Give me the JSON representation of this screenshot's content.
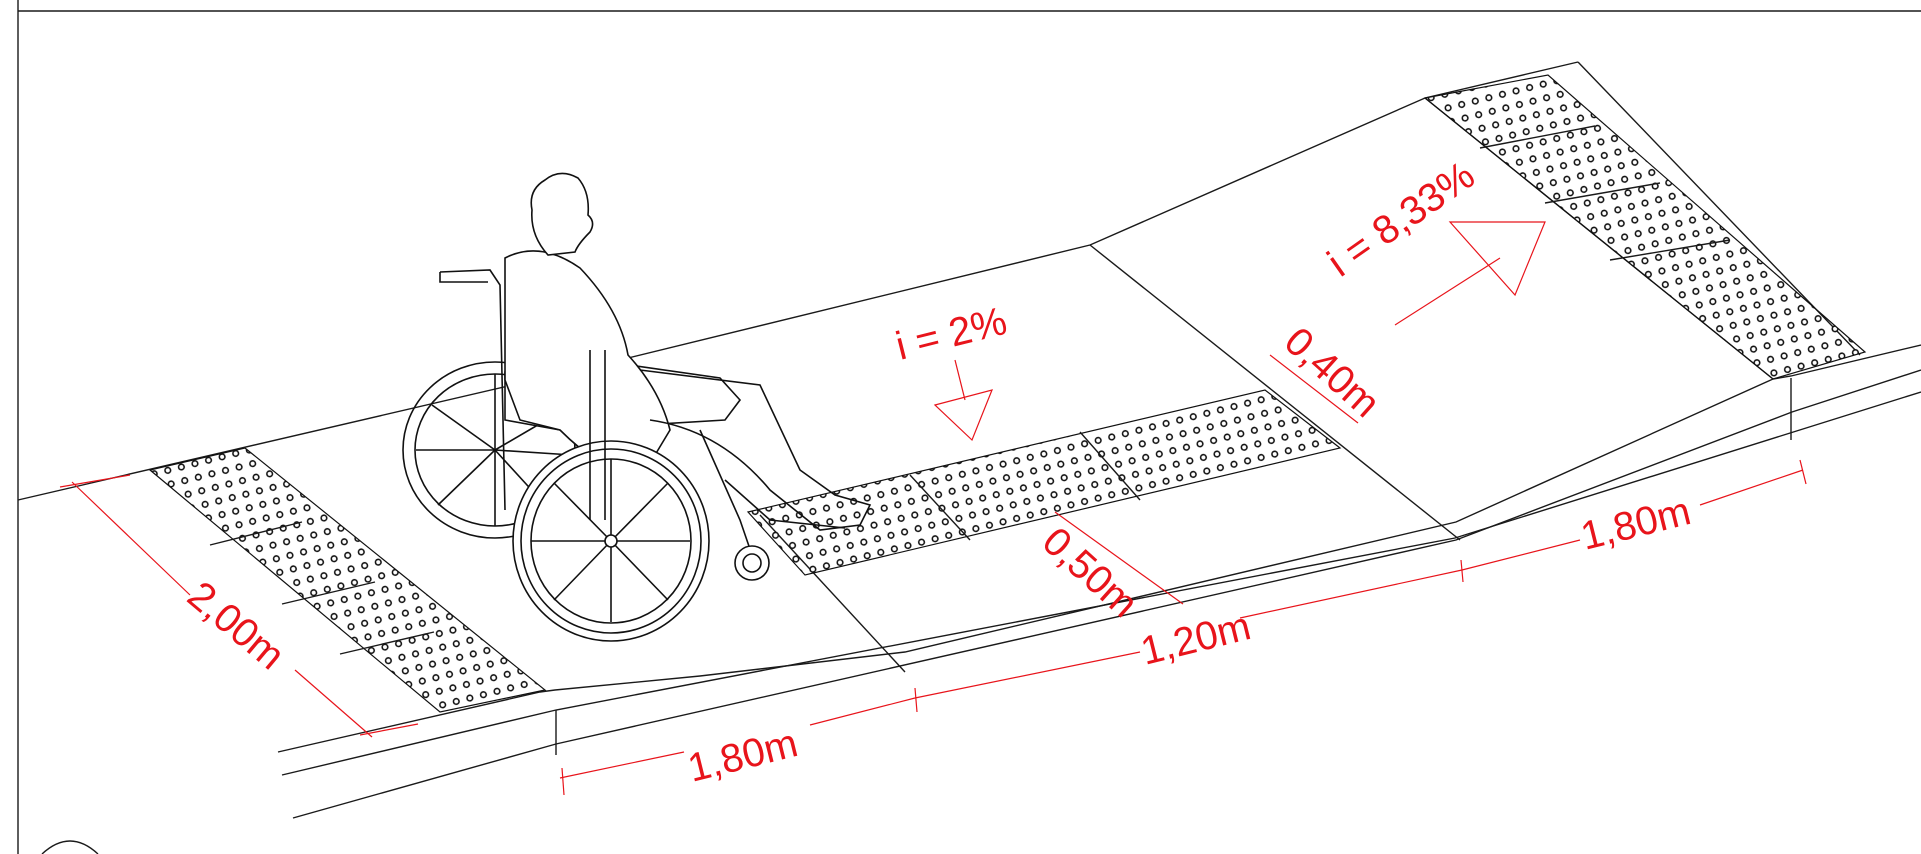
{
  "diagram": {
    "colors": {
      "line": "#1a1a1a",
      "dimension": "#e8141b",
      "background": "#ffffff"
    },
    "labels": {
      "slope_landing": "i = 2%",
      "slope_ramp": "i = 8,33%",
      "dim_tile_length": "2,00m",
      "dim_ramp_left": "1,80m",
      "dim_landing": "1,20m",
      "dim_ramp_right": "1,80m",
      "dim_tactile_width": "0,40m",
      "dim_tactile_offset": "0,50m"
    },
    "icons": [
      "wheelchair-user-icon",
      "slope-arrow-icon"
    ]
  }
}
